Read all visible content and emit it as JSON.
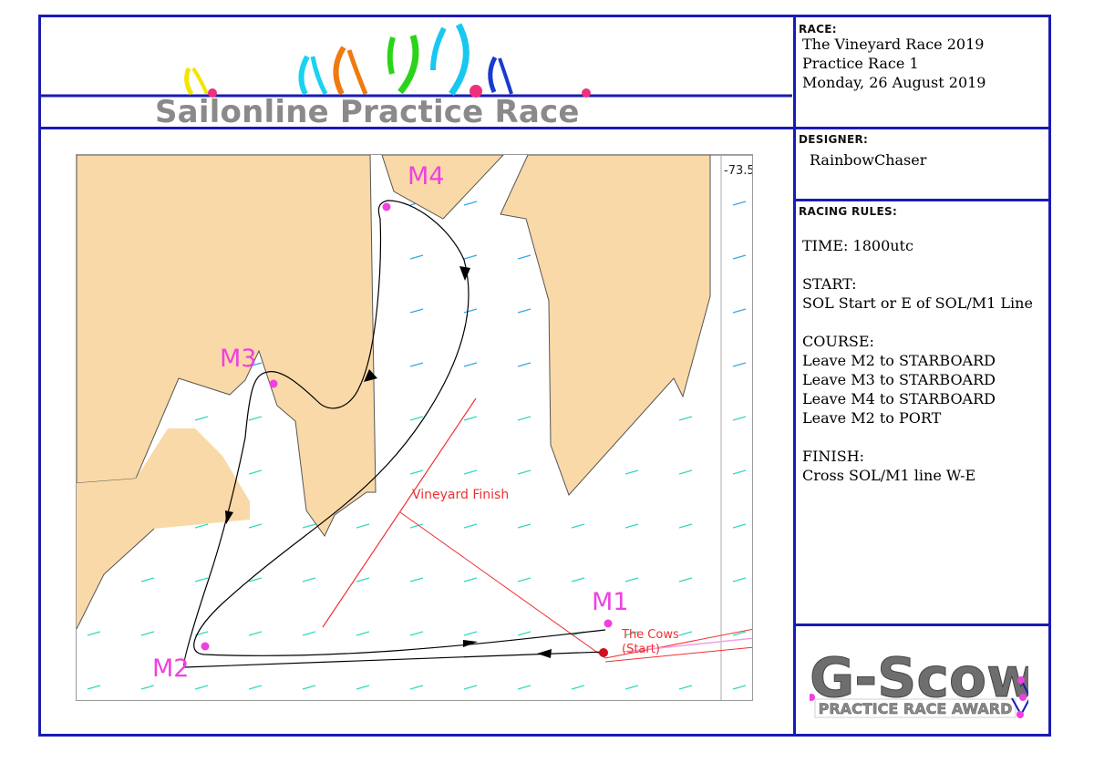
{
  "header": {
    "title": "Sailonline Practice Race",
    "logo_colors": [
      "#f2e600",
      "#19d3f0",
      "#f07a10",
      "#2bd41a",
      "#19c8f0",
      "#1a3ad0"
    ],
    "accent_line_color": "#1a1ab8",
    "dot_color": "#f0307a"
  },
  "race": {
    "heading": "RACE:",
    "lines": [
      "The Vineyard Race 2019",
      "Practice Race 1",
      "Monday, 26 August 2019"
    ]
  },
  "designer": {
    "heading": "DESIGNER:",
    "name": "RainbowChaser"
  },
  "rules": {
    "heading": "RACING RULES:",
    "time": "TIME: 1800utc",
    "start_label": "START:",
    "start_text": "SOL Start or E of SOL/M1 Line",
    "course_label": "COURSE:",
    "course_lines": [
      "Leave M2 to STARBOARD",
      "Leave M3 to STARBOARD",
      "Leave M4 to STARBOARD",
      "Leave M2 to PORT"
    ],
    "finish_label": "FINISH:",
    "finish_text": "Cross SOL/M1 line W-E"
  },
  "map": {
    "longitude_label": "-73.5",
    "marks": [
      "M1",
      "M2",
      "M3",
      "M4"
    ],
    "finish_label": "Vineyard Finish",
    "start_name": "The Cows",
    "start_sub": "(Start)",
    "land_color": "#fad9a8",
    "water_color": "#ffffff",
    "mark_color": "#f040e0",
    "finish_color": "#f03030",
    "route_color": "#000000"
  },
  "award": {
    "title": "G-Scow",
    "subtitle": "PRACTICE RACE AWARD",
    "title_color": "#6e6e6e",
    "accent_color": "#f040e0"
  }
}
